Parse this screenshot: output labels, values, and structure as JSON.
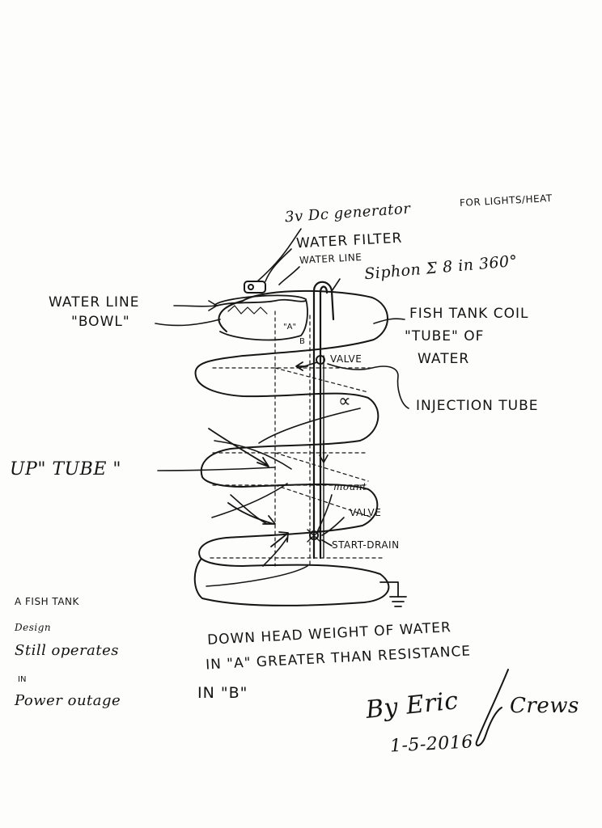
{
  "labels": {
    "generator": "3v Dc generator",
    "generator_purpose": "FOR LIGHTS/HEAT",
    "water_filter": "WATER FILTER",
    "water_line_top": "WATER LINE",
    "siphon": "Siphon Σ 8 in 360°",
    "water_line_left": "WATER LINE",
    "bowl": "\"BOWL\"",
    "fish_tank_coil": "FISH TANK COIL",
    "tube_of": "\"TUBE\" OF",
    "water": "WATER",
    "marker_a": "\"A\"",
    "marker_b": "B",
    "valve_top": "VALVE",
    "injection_tube": "INJECTION TUBE",
    "fish_symbol": "∝",
    "up_tube": "UP\" TUBE \"",
    "mount": "mount",
    "valve_bottom": "VALVE",
    "start_drain": "START-DRAIN"
  },
  "notes": {
    "design_line1": "A FISH TANK",
    "design_line2": "Design",
    "design_line3": "Still operates",
    "design_line4": "IN",
    "design_line5": "Power outage",
    "head_line1": "DOWN HEAD WEIGHT OF WATER",
    "head_line2": "IN \"A\" GREATER THAN RESISTANCE",
    "head_line3": "IN \"B\""
  },
  "signature": {
    "by": "By Eric",
    "name": "Crews",
    "date": "1-5-2016"
  }
}
